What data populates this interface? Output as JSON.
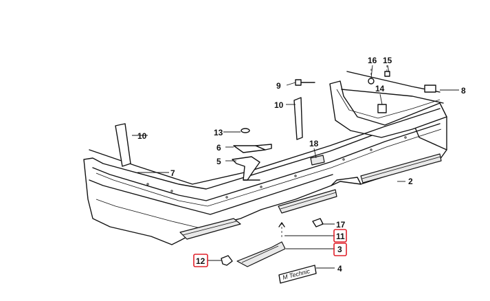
{
  "diagram": {
    "callouts": {
      "c2": "2",
      "c3": "3",
      "c4": "4",
      "c5": "5",
      "c6": "6",
      "c7": "7",
      "c8": "8",
      "c9": "9",
      "c10a": "10",
      "c10b": "10",
      "c11": "11",
      "c12": "12",
      "c13": "13",
      "c14": "14",
      "c15": "15",
      "c16": "16",
      "c17": "17",
      "c18": "18"
    },
    "emblem_text": "M Technic",
    "highlight_color": "#e0202a"
  }
}
